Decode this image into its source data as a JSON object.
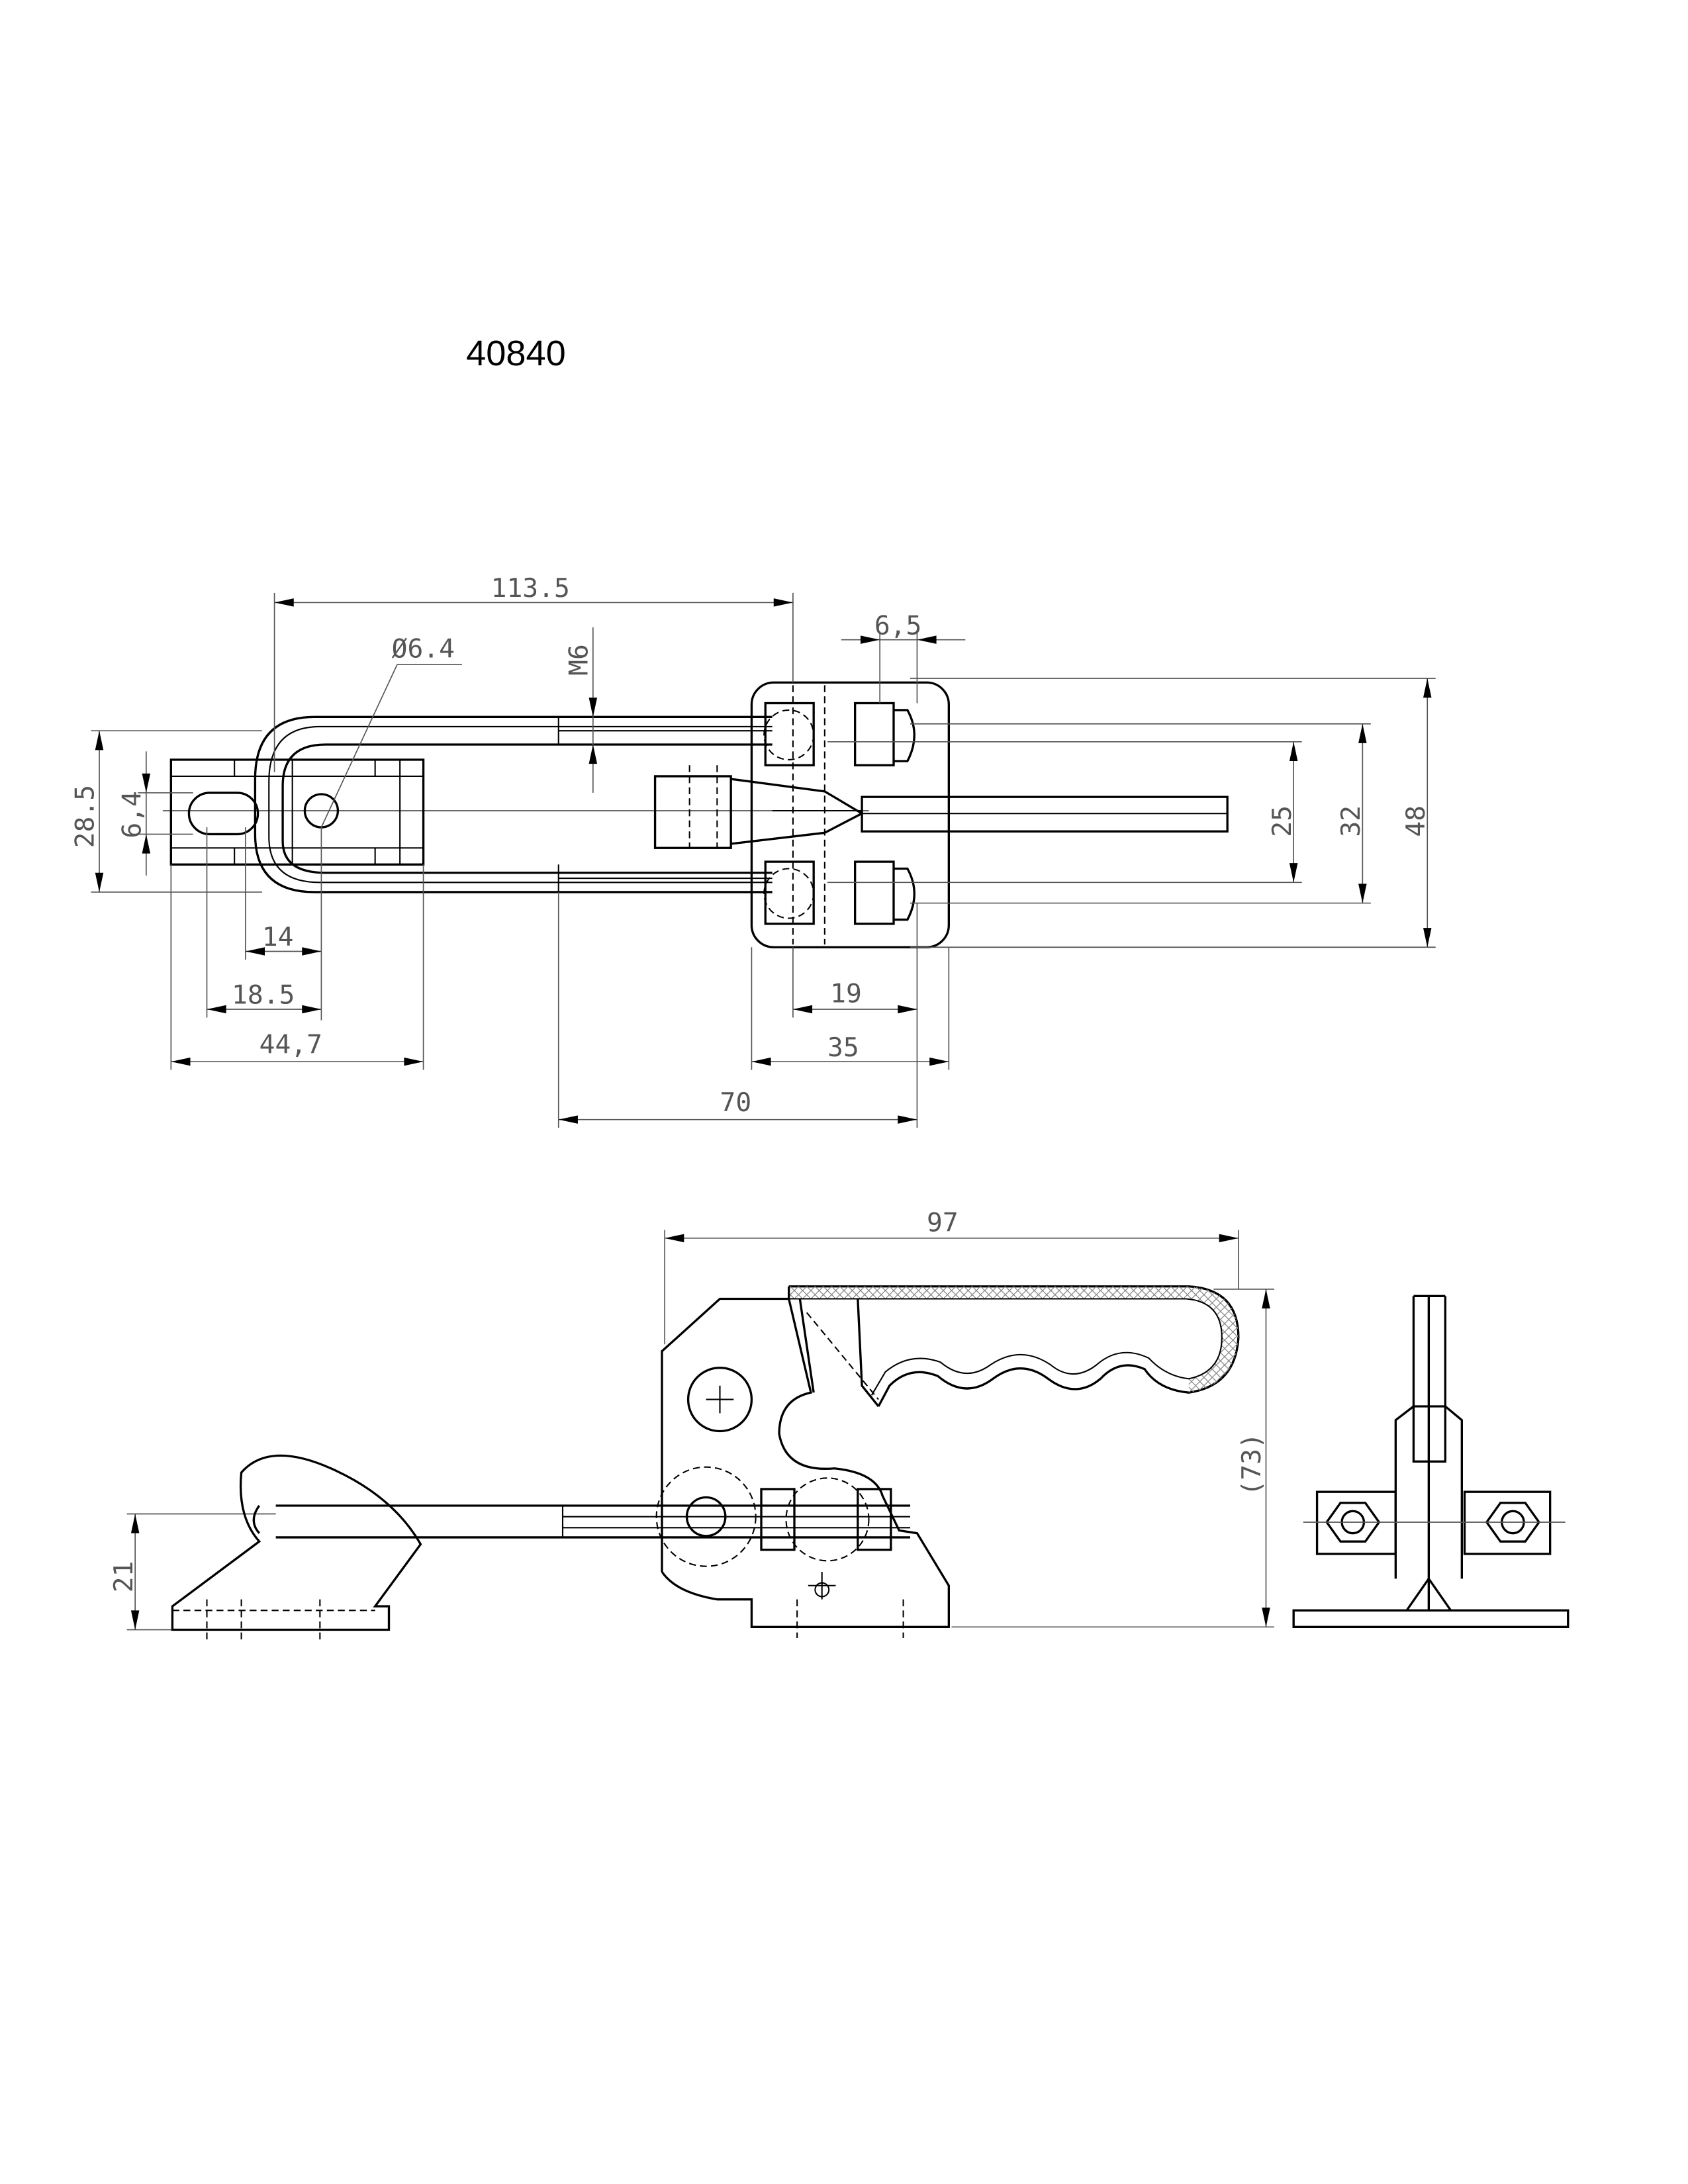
{
  "title": "40840",
  "top_view": {
    "dims": {
      "overall_length": "113.5",
      "hole_dia": "Ø6.4",
      "thread": "M6",
      "bolt_spacing_small": "6,5",
      "height_28_5": "28.5",
      "slot_6_4": "6,4",
      "height_25": "25",
      "height_32": "32",
      "height_48": "48",
      "len_14": "14",
      "len_18_5": "18.5",
      "len_44_7": "44,7",
      "len_19": "19",
      "len_35": "35",
      "len_70": "70"
    }
  },
  "side_view": {
    "dims": {
      "length_97": "97",
      "height_73": "(73)",
      "height_21": "21"
    }
  }
}
